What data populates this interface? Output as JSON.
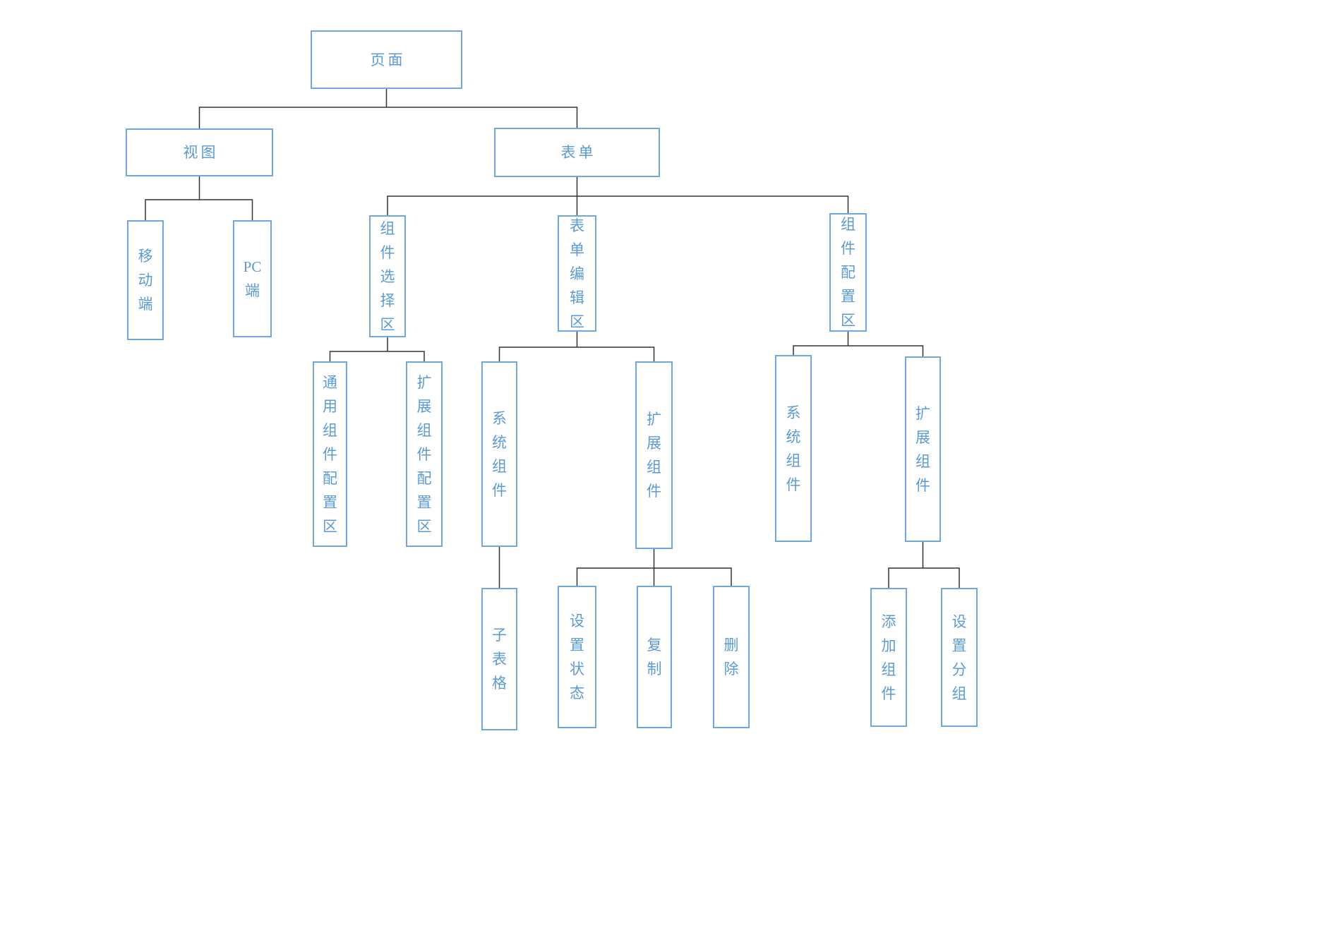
{
  "diagram": {
    "type": "tree",
    "background": "#ffffff",
    "colors": {
      "node_border": "#6fa8dc",
      "node_text": "#5b9bd5",
      "connector": "#333333"
    },
    "nodes": {
      "page": {
        "text": "页面",
        "label": "页面"
      },
      "view": {
        "text": "视图",
        "label": "视图"
      },
      "form": {
        "text": "表单",
        "label": "表单"
      },
      "mobile": {
        "text": "移动端",
        "label": "移\n动\n端"
      },
      "pc": {
        "text": "PC端",
        "label": "PC\n端"
      },
      "component_select_area": {
        "text": "组件选择区",
        "label": "组\n件\n选\n择\n区"
      },
      "form_edit_area": {
        "text": "表单编辑区",
        "label": "表\n单\n编\n辑\n区"
      },
      "component_config_area": {
        "text": "组件配置区",
        "label": "组\n件\n配\n置\n区"
      },
      "general_component_config": {
        "text": "通用组件配置区",
        "label": "通\n用\n组\n件\n配\n置\n区"
      },
      "extended_component_config": {
        "text": "扩展组件配置区",
        "label": "扩\n展\n组\n件\n配\n置\n区"
      },
      "system_components_left": {
        "text": "系统组件",
        "label": "系\n统\n组\n件"
      },
      "extended_components_left": {
        "text": "扩展组件",
        "label": "扩\n展\n组\n件"
      },
      "subtable": {
        "text": "子表格",
        "label": "子\n表\n格"
      },
      "set_status": {
        "text": "设置状态",
        "label": "设\n置\n状\n态"
      },
      "copy": {
        "text": "复制",
        "label": "复\n制"
      },
      "delete": {
        "text": "删除",
        "label": "删\n除"
      },
      "system_components_right": {
        "text": "系统组件",
        "label": "系\n统\n组\n件"
      },
      "extended_components_right": {
        "text": "扩展组件",
        "label": "扩\n展\n组\n件"
      },
      "add_component": {
        "text": "添加组件",
        "label": "添\n加\n组\n件"
      },
      "set_group": {
        "text": "设置分组",
        "label": "设\n置\n分\n组"
      }
    },
    "edges": [
      [
        "page",
        "view"
      ],
      [
        "page",
        "form"
      ],
      [
        "view",
        "mobile"
      ],
      [
        "view",
        "pc"
      ],
      [
        "form",
        "component_select_area"
      ],
      [
        "form",
        "form_edit_area"
      ],
      [
        "form",
        "component_config_area"
      ],
      [
        "component_select_area",
        "general_component_config"
      ],
      [
        "component_select_area",
        "extended_component_config"
      ],
      [
        "form_edit_area",
        "system_components_left"
      ],
      [
        "form_edit_area",
        "extended_components_left"
      ],
      [
        "system_components_left",
        "subtable"
      ],
      [
        "extended_components_left",
        "set_status"
      ],
      [
        "extended_components_left",
        "copy"
      ],
      [
        "extended_components_left",
        "delete"
      ],
      [
        "component_config_area",
        "system_components_right"
      ],
      [
        "component_config_area",
        "extended_components_right"
      ],
      [
        "extended_components_right",
        "add_component"
      ],
      [
        "extended_components_right",
        "set_group"
      ]
    ]
  }
}
